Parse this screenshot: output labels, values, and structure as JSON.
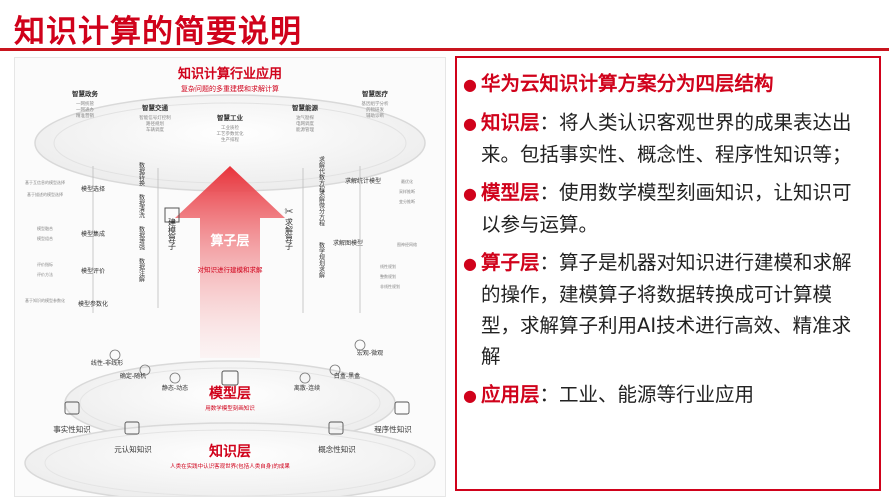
{
  "title": "知识计算的简要说明",
  "diagram": {
    "app_layer": {
      "title": "知识计算行业应用",
      "subtitle": "复杂问题的多重建模和求解计算",
      "nodes": [
        {
          "name": "智慧政务",
          "desc": [
            "一网统管",
            "一网通办",
            "精准营销"
          ]
        },
        {
          "name": "智慧交通",
          "desc": [
            "智能信号灯控制",
            "路径规划",
            "车辆调度"
          ]
        },
        {
          "name": "智慧工业",
          "desc": [
            "工业质检",
            "工艺参数优化",
            "生产排程"
          ]
        },
        {
          "name": "智慧能源",
          "desc": [
            "油气勘探",
            "电网调度",
            "能源管理"
          ]
        },
        {
          "name": "智慧医疗",
          "desc": [
            "基因组学分析",
            "药物研发",
            "辅助诊断"
          ]
        }
      ]
    },
    "operator_layer": {
      "title": "算子层",
      "subtitle": "对知识进行建模和求解",
      "modeling_title": "建模算子",
      "solving_title": "求解算子",
      "left_groups": [
        "模型选择",
        "模型集成",
        "模型评价",
        "模型参数化"
      ],
      "left_mid": [
        "数据转换",
        "数据清洗",
        "数据增强",
        "数据注解"
      ],
      "right_mid": [
        "求解代数方程",
        "求解统计模型",
        "求解微分方程",
        "求解图模型",
        "数学规划求解"
      ],
      "left_small": [
        "基于互信息的模型选择",
        "基于描述的模型选择",
        "模型融合",
        "模型组合",
        "评价指标",
        "评价方法",
        "基于知识的模型参数化"
      ],
      "right_small": [
        "最优化",
        "线性规划",
        "整数规划",
        "非线性规划",
        "采样推断",
        "变分推断",
        "图神经网络"
      ]
    },
    "model_layer": {
      "title": "模型层",
      "subtitle": "用数学模型刻画知识",
      "items": [
        "线性-非线形",
        "确定-随机",
        "静态-动态",
        "离散-连续",
        "白盒-黑盒",
        "宏观-微观"
      ]
    },
    "knowledge_layer": {
      "title": "知识层",
      "subtitle": "人类在实践中认识客观世界(包括人类自身)的成果",
      "items": [
        "事实性知识",
        "元认知知识",
        "概念性知识",
        "程序性知识"
      ]
    }
  },
  "summary": {
    "heading": "华为云知识计算方案分为四层结构",
    "items": [
      {
        "label": "知识层",
        "text": "：将人类认识客观世界的成果表达出来。包括事实性、概念性、程序性知识等；"
      },
      {
        "label": "模型层",
        "text": "：使用数学模型刻画知识，让知识可以参与运算。"
      },
      {
        "label": "算子层",
        "text": "：算子是机器对知识进行建模和求解的操作，建模算子将数据转换成可计算模型，求解算子利用AI技术进行高效、精准求解"
      },
      {
        "label": "应用层",
        "text": "：工业、能源等行业应用"
      }
    ]
  },
  "colors": {
    "accent": "#d0021b"
  }
}
